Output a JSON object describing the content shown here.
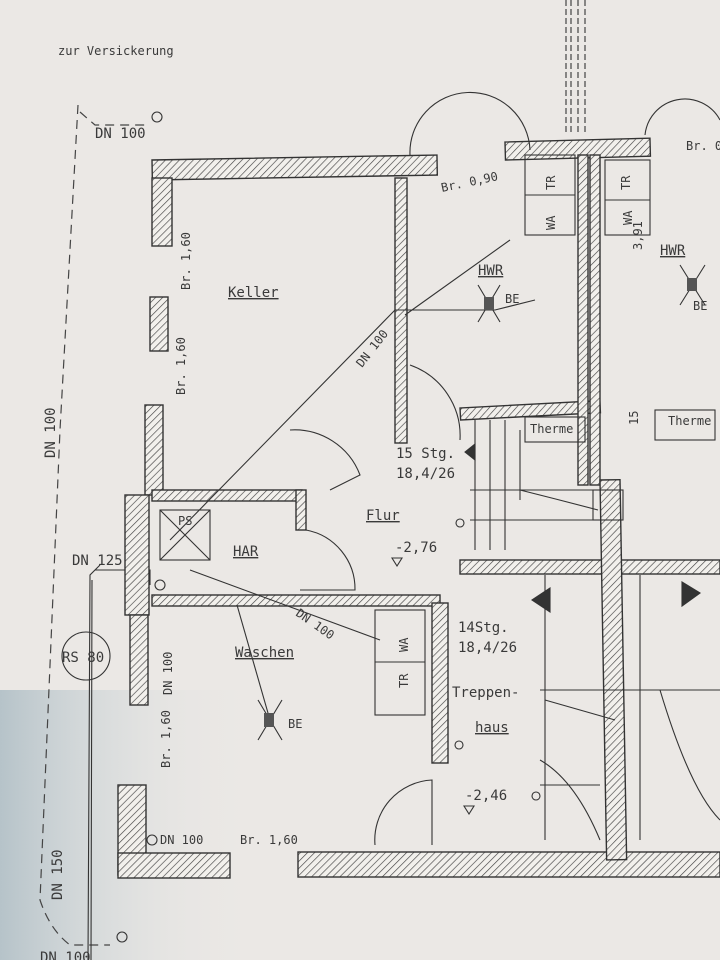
{
  "labels": {
    "zur_versickerung": "zur Versickerung",
    "dn100_top": "DN 100",
    "br090": "Br. 0,90",
    "br0_right": "Br. 0",
    "tr1": "TR",
    "wa1": "WA",
    "tr2": "TR",
    "wa2": "WA",
    "dim391": "3,91",
    "hwr1": "HWR",
    "hwr2": "HWR",
    "be1": "BE",
    "be2": "BE",
    "be3": "BE",
    "keller": "Keller",
    "br160_a": "Br. 1,60",
    "br160_b": "Br. 1,60",
    "dn100_diag": "DN 100",
    "stg15": "15 Stg.",
    "ratio1": "18,4/26",
    "therme1": "Therme",
    "therme2": "Therme",
    "n15": "15",
    "flur": "Flur",
    "lvl276": "-2,76",
    "ps": "PS",
    "har": "HAR",
    "dn125": "DN 125",
    "dn100_left": "DN 100",
    "rs80": "RS 80",
    "dn100_wasch": "DN 100",
    "waschen": "Waschen",
    "wa3": "WA",
    "tr3": "TR",
    "dn100_vert": "DN 100",
    "br160_c": "Br. 1,60",
    "stg14": "14Stg.",
    "ratio2": "18,4/26",
    "treppen": "Treppen-",
    "haus": "haus",
    "lvl246": "-2,46",
    "dn100_bottom": "DN 100",
    "br160_bottom": "Br. 1,60",
    "dn150": "DN 150",
    "dn100_bl": "DN 100"
  },
  "colors": {
    "paper": "#ebe8e5",
    "ink": "#333333"
  }
}
